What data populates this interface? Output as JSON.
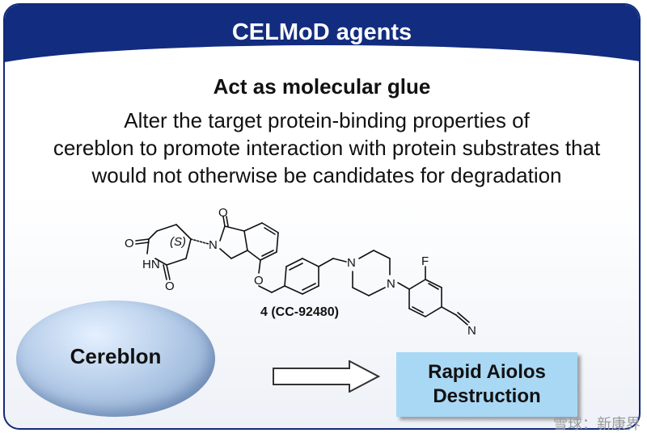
{
  "header": {
    "title": "CELMoD agents"
  },
  "subtitle": "Act as molecular glue",
  "description": {
    "line1": "Alter the target protein-binding properties of",
    "line2": "cereblon to promote interaction with protein substrates that",
    "line3": "would not otherwise be candidates for degradation"
  },
  "molecule": {
    "atoms": {
      "o_left": "O",
      "hn": "HN",
      "o_bottom": "O",
      "stereo": "(S)",
      "n_iso": "N",
      "o_top": "O",
      "o_ether": "O",
      "n_pip1": "N",
      "n_pip2": "N",
      "f": "F",
      "n_nitrile": "N"
    },
    "compound_label": "4 (CC-92480)"
  },
  "cereblon": {
    "label": "Cereblon"
  },
  "result": {
    "line1": "Rapid Aiolos",
    "line2": "Destruction"
  },
  "watermark": "雪球：新康界",
  "colors": {
    "header": "#122c7f",
    "result_box": "#a9d8f4",
    "cereblon": "#b6cde9"
  }
}
